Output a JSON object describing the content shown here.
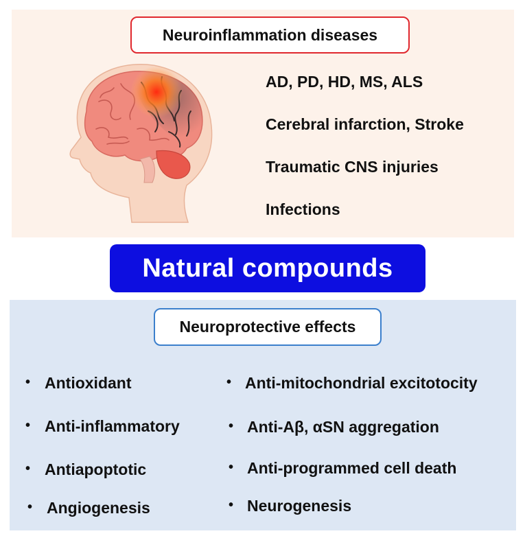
{
  "top_section": {
    "title": "Neuroinflammation diseases",
    "diseases": [
      "AD,  PD,  HD,  MS,  ALS",
      "Cerebral infarction, Stroke",
      "Traumatic CNS injuries",
      "Infections"
    ],
    "illustration_icon": "head-brain-inflammation-icon"
  },
  "banner": {
    "label": "Natural compounds"
  },
  "bottom_section": {
    "title": "Neuroprotective effects",
    "bullet_symbol": "•",
    "left_effects": [
      "Antioxidant",
      "Anti-inflammatory",
      "Antiapoptotic",
      "Angiogenesis"
    ],
    "right_effects": [
      "Anti-mitochondrial excitotocity",
      "Anti-Aβ, αSN aggregation",
      "Anti-programmed cell death",
      "Neurogenesis"
    ]
  },
  "colors": {
    "top_panel_bg": "#fdf2ea",
    "bottom_panel_bg": "#dde7f4",
    "top_title_border": "#e0282e",
    "bottom_title_border": "#3b7fcc",
    "banner_bg": "#0d0ee0"
  }
}
